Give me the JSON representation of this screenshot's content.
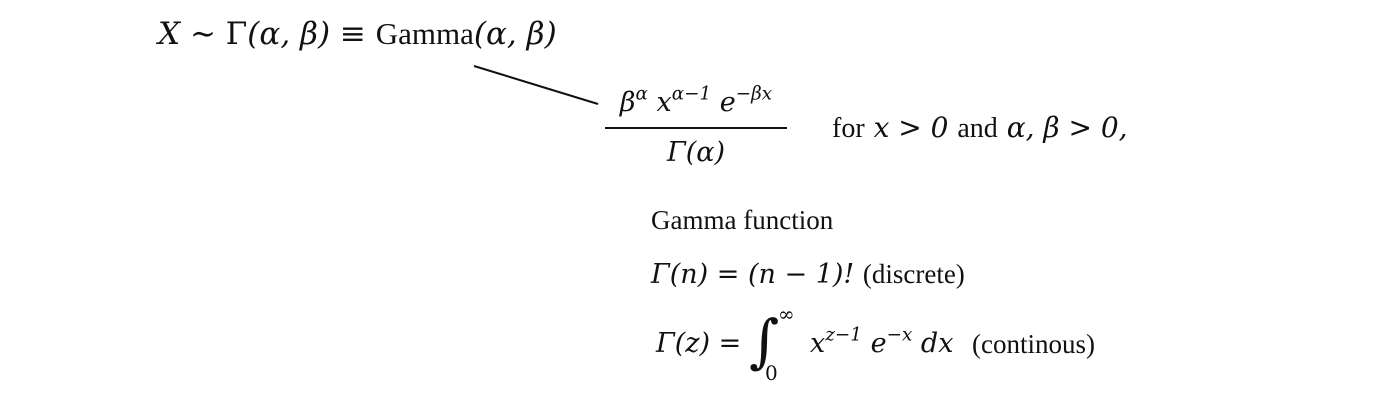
{
  "heading": {
    "variable": "X",
    "tilde": "∼",
    "gamma": "Γ",
    "params": "(α, β)",
    "equiv": "≡",
    "name": "Gamma",
    "params2": "(α, β)"
  },
  "pdf": {
    "num_base1": "β",
    "num_exp1": "α",
    "num_base2": "x",
    "num_exp2": "α−1",
    "num_base3": "e",
    "num_exp3": "−βx",
    "den": "Γ(α)",
    "cond_for": "for",
    "cond_x": "x > 0",
    "cond_and": "and",
    "cond_params": "α, β > 0,"
  },
  "gamma_function": {
    "caption": "Gamma function",
    "discrete_lhs": "Γ(n) = (n − 1)!",
    "discrete_label": "(discrete)",
    "continuous_lhs": "Γ(z) =",
    "integral": "∫",
    "upper": "∞",
    "lower": "0",
    "integrand_base1": "x",
    "integrand_exp1": "z−1",
    "integrand_base2": "e",
    "integrand_exp2": "−x",
    "integrand_dx": "dx",
    "continuous_label": "(continous)"
  }
}
